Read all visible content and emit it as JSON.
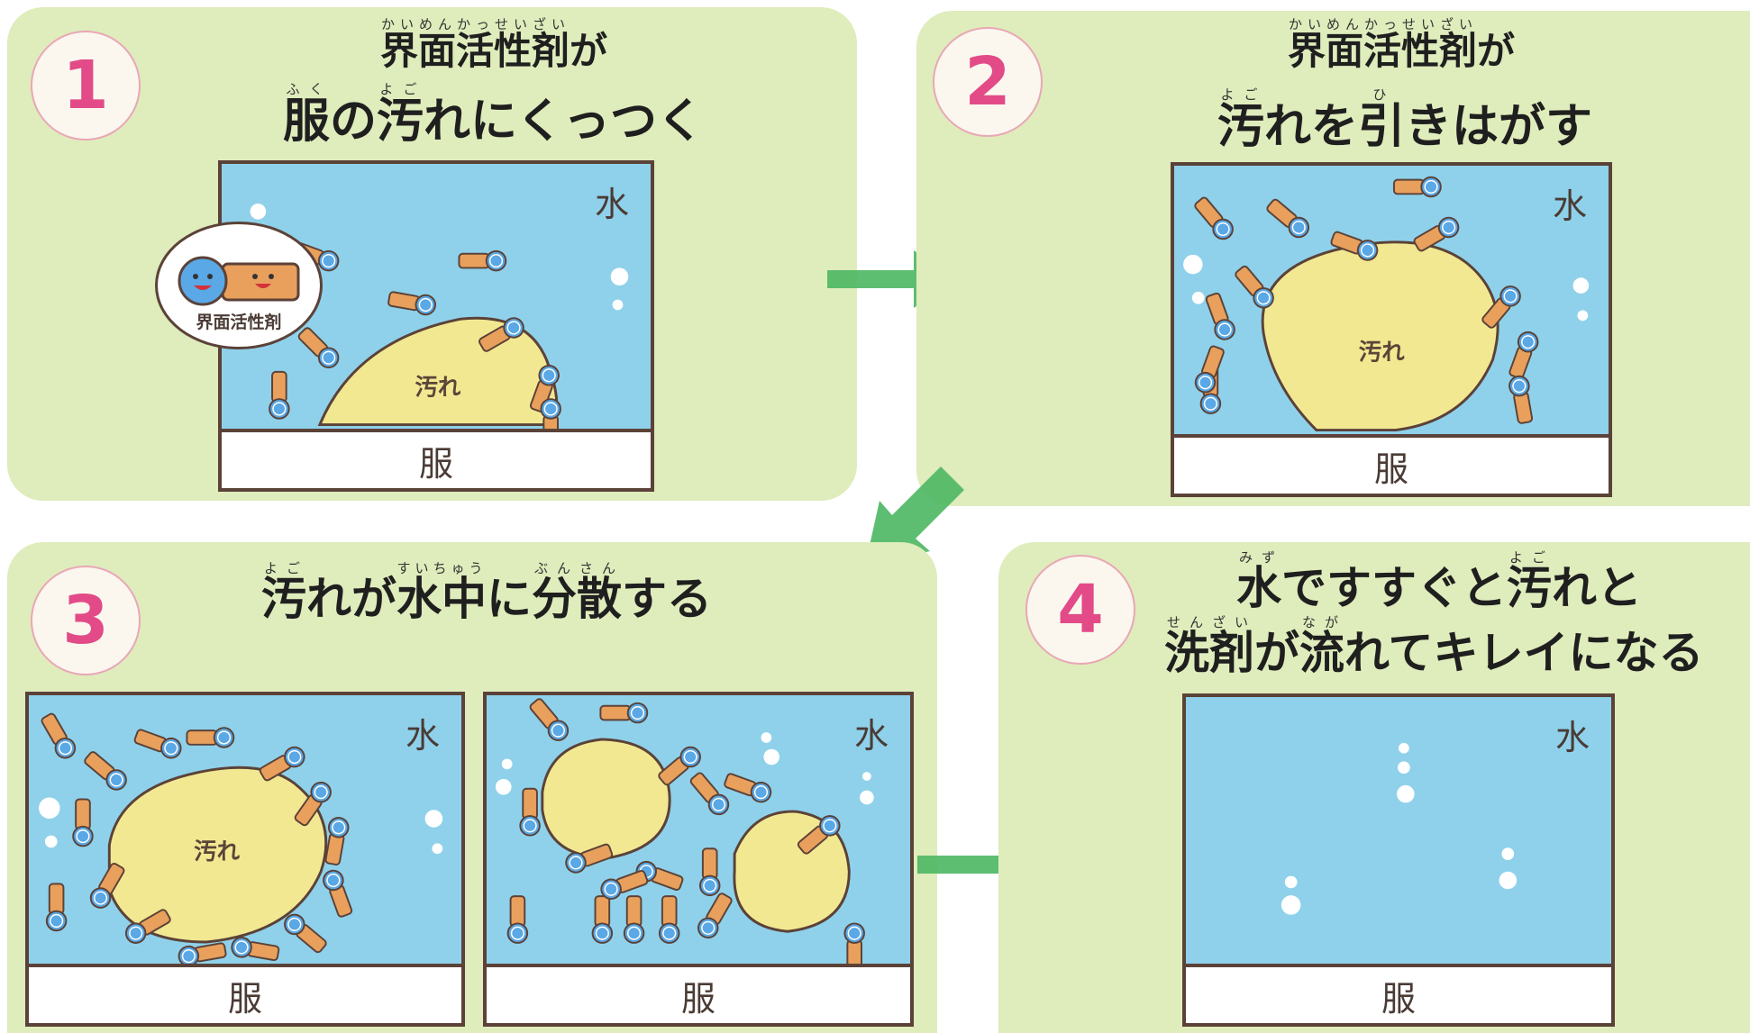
{
  "steps": [
    {
      "number": "1",
      "title_line1": [
        {
          "text": "界面活性剤",
          "ruby": "かいめんかっせいざい"
        },
        {
          "text": "が",
          "ruby": ""
        }
      ],
      "title_line2": [
        {
          "text": "服",
          "ruby": "ふく"
        },
        {
          "text": "の",
          "ruby": ""
        },
        {
          "text": "汚",
          "ruby": "よご"
        },
        {
          "text": "れにくっつく",
          "ruby": ""
        }
      ],
      "water_label": "水",
      "cloth_label": "服",
      "dirt_label": "汚れ",
      "legend_label": "界面活性剤"
    },
    {
      "number": "2",
      "title_line1": [
        {
          "text": "界面活性剤",
          "ruby": "かいめんかっせいざい"
        },
        {
          "text": "が",
          "ruby": ""
        }
      ],
      "title_line2": [
        {
          "text": "汚",
          "ruby": "よご"
        },
        {
          "text": "れを",
          "ruby": ""
        },
        {
          "text": "引",
          "ruby": "ひ"
        },
        {
          "text": "きはがす",
          "ruby": ""
        }
      ],
      "water_label": "水",
      "cloth_label": "服",
      "dirt_label": "汚れ"
    },
    {
      "number": "3",
      "title_line1": [
        {
          "text": "汚",
          "ruby": "よご"
        },
        {
          "text": "れが",
          "ruby": ""
        },
        {
          "text": "水中",
          "ruby": "すいちゅう"
        },
        {
          "text": "に",
          "ruby": ""
        },
        {
          "text": "分散",
          "ruby": "ぶんさん"
        },
        {
          "text": "する",
          "ruby": ""
        }
      ],
      "water_label": "水",
      "cloth_label": "服",
      "dirt_label": "汚れ"
    },
    {
      "number": "4",
      "title_line1": [
        {
          "text": "水",
          "ruby": "みず"
        },
        {
          "text": "ですすぐと",
          "ruby": ""
        },
        {
          "text": "汚",
          "ruby": "よご"
        },
        {
          "text": "れと",
          "ruby": ""
        }
      ],
      "title_line2": [
        {
          "text": "洗剤",
          "ruby": "せんざい"
        },
        {
          "text": "が",
          "ruby": ""
        },
        {
          "text": "流",
          "ruby": "なが"
        },
        {
          "text": "れてキレイになる",
          "ruby": ""
        }
      ],
      "water_label": "水",
      "cloth_label": "服"
    }
  ],
  "colors": {
    "panel_bg": "#dfecbc",
    "water": "#8fd1ea",
    "dirt": "#f3e892",
    "arrow": "#4fb865",
    "badge_text": "#e24b87",
    "surfactant_head": "#5aa8e6",
    "surfactant_tail": "#e8a05c"
  }
}
